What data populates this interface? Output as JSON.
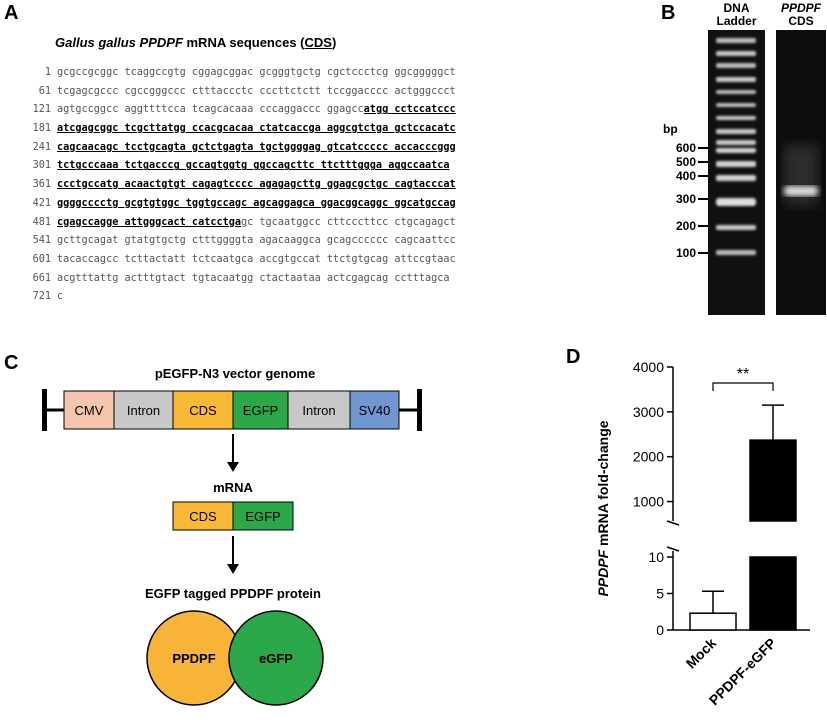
{
  "panels": {
    "a": "A",
    "b": "B",
    "c": "C",
    "d": "D"
  },
  "panel_a": {
    "title_species": "Gallus gallus",
    "title_gene": "PPDPF",
    "title_rest": " mRNA sequences (",
    "title_cds": "CDS",
    "title_close": ")",
    "lines": [
      {
        "num": "1",
        "pre": "gcgccgcggc tcaggccgtg cggagcggac gcgggtgctg cgctccctcg ggcgggggct",
        "cds": "",
        "post": ""
      },
      {
        "num": "61",
        "pre": "tcgagcgccc cgccgggccc ctttaccctc cccttctctt tccggacccc actgggccct",
        "cds": "",
        "post": ""
      },
      {
        "num": "121",
        "pre": "agtgccggcc aggttttcca tcagcacaaa cccaggaccc ggagcc",
        "cds": "atgg cctccatccc",
        "post": ""
      },
      {
        "num": "181",
        "pre": "",
        "cds": "atcgagcggc tcgcttatgg ccacgcacaa ctatcaccga aggcgtctga gctccacatc",
        "post": ""
      },
      {
        "num": "241",
        "pre": "",
        "cds": "cagcaacagc tcctgcagta gctctgagta tgctggggag gtcatccccc accacccggg",
        "post": ""
      },
      {
        "num": "301",
        "pre": "",
        "cds": "tctgcccaaa tctgacccg gccagtggtg ggccagcttc ttctttggga aggccaatca",
        "post": ""
      },
      {
        "num": "361",
        "pre": "",
        "cds": "ccctgccatg acaactgtgt cagagtcccc agagagcttg ggagcgctgc cagtacccat",
        "post": ""
      },
      {
        "num": "421",
        "pre": "",
        "cds": "ggggcccctg gcgtgtggc tggtgccagc agcaggagca ggacggcaggc ggcatgccag",
        "post": ""
      },
      {
        "num": "481",
        "pre": "",
        "cds": "cgagccagge attgggcact catcctga",
        "post": "gc tgcaatggcc cttcccttcc ctgcagagct"
      },
      {
        "num": "541",
        "pre": "gcttgcagat gtatgtgctg ctttggggta agacaaggca gcagcccccc cagcaattcc",
        "cds": "",
        "post": ""
      },
      {
        "num": "601",
        "pre": "tacaccagcc tcttactatt tctcaatgca accgtgccat ttctgtgcag attccgtaac",
        "cds": "",
        "post": ""
      },
      {
        "num": "661",
        "pre": "acgtttattg actttgtact tgtacaatgg ctactaataa actcgagcag cctttagca",
        "cds": "",
        "post": ""
      },
      {
        "num": "721",
        "pre": "c",
        "cds": "",
        "post": ""
      }
    ]
  },
  "panel_b": {
    "ladder_label_1": "DNA",
    "ladder_label_2": "Ladder",
    "cds_label_1": "PPDPF",
    "cds_label_2": "CDS",
    "bp_unit": "bp",
    "bp_labels": [
      "600",
      "500",
      "400",
      "300",
      "200",
      "100"
    ]
  },
  "panel_c": {
    "title": "pEGFP-N3 vector genome",
    "segments": [
      {
        "label": "CMV",
        "color": "#f4c4ac"
      },
      {
        "label": "Intron",
        "color": "#c8c8c8"
      },
      {
        "label": "CDS",
        "color": "#f8b936"
      },
      {
        "label": "EGFP",
        "color": "#2aa84a"
      },
      {
        "label": "Intron",
        "color": "#c8c8c8"
      },
      {
        "label": "SV40",
        "color": "#7097cf"
      }
    ],
    "mrna_label": "mRNA",
    "mrna_segments": [
      {
        "label": "CDS",
        "color": "#f8b936"
      },
      {
        "label": "EGFP",
        "color": "#2aa84a"
      }
    ],
    "protein_title": "EGFP tagged PPDPF  protein",
    "protein_circles": [
      {
        "label": "PPDPF",
        "color": "#f7b438"
      },
      {
        "label": "eGFP",
        "color": "#2aa84a"
      }
    ]
  },
  "chart_data": {
    "type": "bar",
    "categories": [
      "Mock",
      "PPDPF-eGFP"
    ],
    "values": [
      2.3,
      2370
    ],
    "errors": [
      3.0,
      780
    ],
    "bar_colors": [
      "#ffffff",
      "#000000"
    ],
    "ylabel_italic": "PPDPF",
    "ylabel_rest": " mRNA fold-change",
    "upper_ticks": [
      "1000",
      "2000",
      "3000",
      "4000"
    ],
    "lower_ticks": [
      "0",
      "5",
      "10"
    ],
    "ylim_upper": [
      700,
      4000
    ],
    "ylim_lower": [
      0,
      10
    ],
    "significance": "**"
  }
}
